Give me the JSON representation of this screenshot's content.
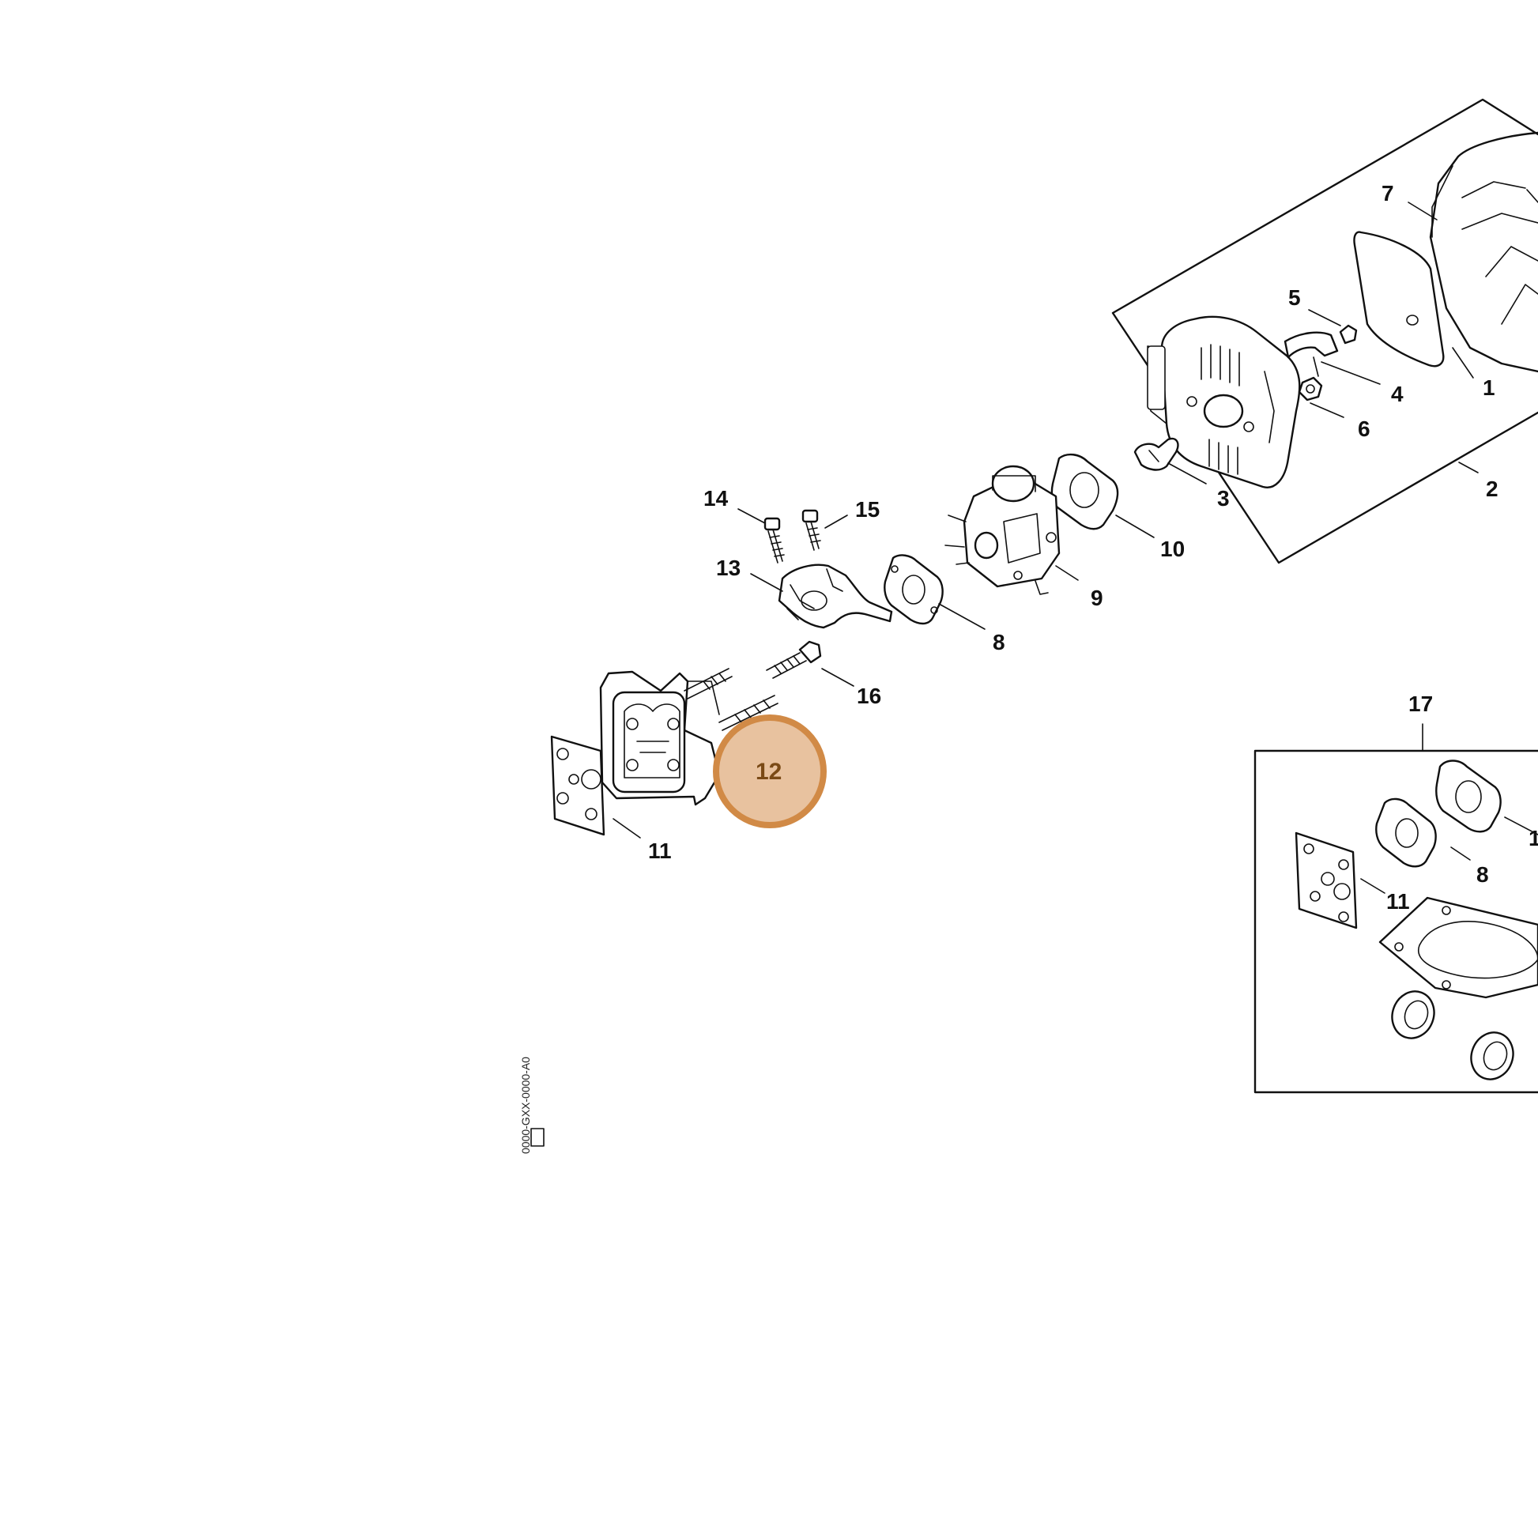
{
  "labels": {
    "l1": "1",
    "l2": "2",
    "l3": "3",
    "l4": "4",
    "l5": "5",
    "l6": "6",
    "l7": "7",
    "l8": "8",
    "l9": "9",
    "l10": "10",
    "l11": "11",
    "l12": "12",
    "l13": "13",
    "l14": "14",
    "l15": "15",
    "l16": "16",
    "l17": "17",
    "kit_8": "8",
    "kit_11": "11",
    "kit_1": "1"
  },
  "drawing_code": "0000-GXX-0000-A0",
  "highlight_color": "#e8c29f",
  "highlight_ring_color": "#d18a46"
}
